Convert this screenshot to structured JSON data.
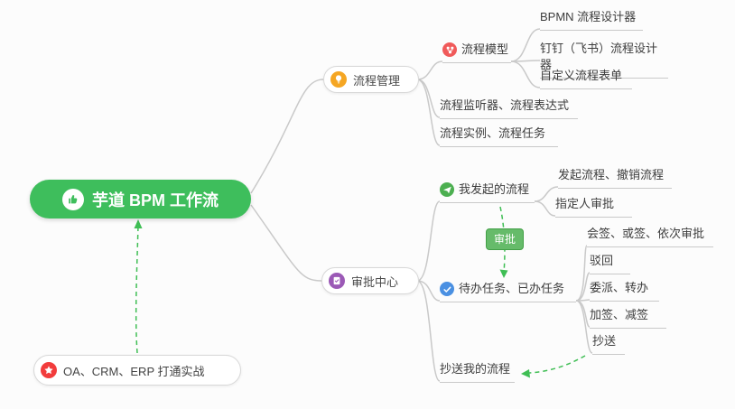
{
  "root": {
    "label": "芋道 BPM 工作流"
  },
  "branches": {
    "process": {
      "label": "流程管理"
    },
    "approval": {
      "label": "审批中心"
    }
  },
  "process": {
    "model": {
      "label": "流程模型"
    },
    "bpmn": {
      "label": "BPMN 流程设计器"
    },
    "dingtalk": {
      "label": "钉钉（飞书）流程设计器"
    },
    "custom_form": {
      "label": "自定义流程表单"
    },
    "listener": {
      "label": "流程监听器、流程表达式"
    },
    "instance": {
      "label": "流程实例、流程任务"
    }
  },
  "approval": {
    "my_initiated": {
      "label": "我发起的流程"
    },
    "initiate_revoke": {
      "label": "发起流程、撤销流程"
    },
    "assignee": {
      "label": "指定人审批"
    },
    "todo_done": {
      "label": "待办任务、已办任务"
    },
    "countersign": {
      "label": "会签、或签、依次审批"
    },
    "reject": {
      "label": "驳回"
    },
    "delegate": {
      "label": "委派、转办"
    },
    "add_sign": {
      "label": "加签、减签"
    },
    "cc": {
      "label": "抄送"
    },
    "cc_my": {
      "label": "抄送我的流程"
    }
  },
  "relationship": {
    "label": "审批"
  },
  "note": {
    "label": "OA、CRM、ERP 打通实战"
  },
  "colors": {
    "root_green": "#3ebe5c",
    "connector_gray": "#c9c9c9",
    "relation_green": "#3fbe54",
    "icon_orange": "#f5a623",
    "icon_purple": "#9b59b6",
    "icon_red": "#f05a5a",
    "icon_green": "#4caf50",
    "icon_blue": "#4a90e2",
    "icon_star_red": "#f23c3c"
  }
}
